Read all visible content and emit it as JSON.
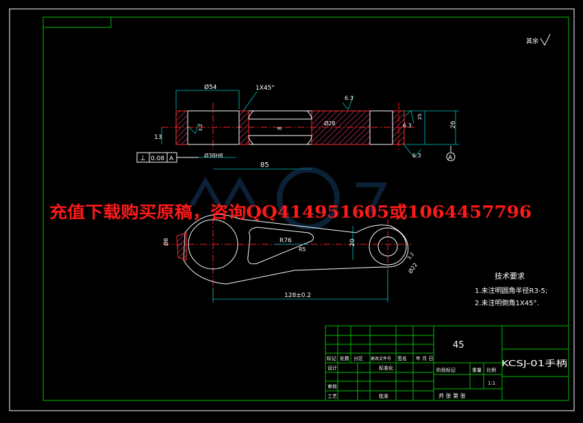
{
  "section_view": {
    "dim_diameter_54": "Ø54",
    "dim_chamfer": "1X45°",
    "dim_roughness_63_a": "6.3",
    "dim_roughness_63_b": "6.3",
    "dim_roughness_63_c": "6.3",
    "dim_roughness_32": "3.2",
    "dim_25": "25",
    "dim_8": "8",
    "dim_13": "13",
    "dim_26": "26",
    "dim_hole_small": "Ø28",
    "dim_hole_left": "Ø38H8",
    "dim_length": "85",
    "tolerance_symbol": "⊥",
    "tolerance_value": "0.08",
    "tolerance_datum": "A",
    "datum_label": "A"
  },
  "top_view": {
    "dim_r76": "R76",
    "dim_r5": "R5",
    "dim_20": "20",
    "dim_length": "128±0.2",
    "dim_d22": "Ø22",
    "dim_32": "3.2",
    "dim_left": "Ø8"
  },
  "roughness_corner": "其余",
  "tech_requirements": {
    "title": "技术要求",
    "item1": "1.未注明圆角半径R3-5;",
    "item2": "2.未注明倒角1X45°."
  },
  "watermark_text": "充值下载购买原稿，咨询QQ414951605或1064457796",
  "title_block": {
    "material": "45",
    "drawing_name": "KCSJ-01手柄",
    "row_labels": [
      "标记",
      "处数",
      "分区",
      "更改文件号",
      "签名",
      "年 月 日"
    ],
    "design": "设计",
    "standardize": "标准化",
    "review": "审核",
    "process": "工艺",
    "approve": "批准",
    "stage_marks": "阶段标记",
    "weight": "重量",
    "scale": "比例",
    "scale_value": "1:1",
    "sheets": "共  张  第  张"
  }
}
